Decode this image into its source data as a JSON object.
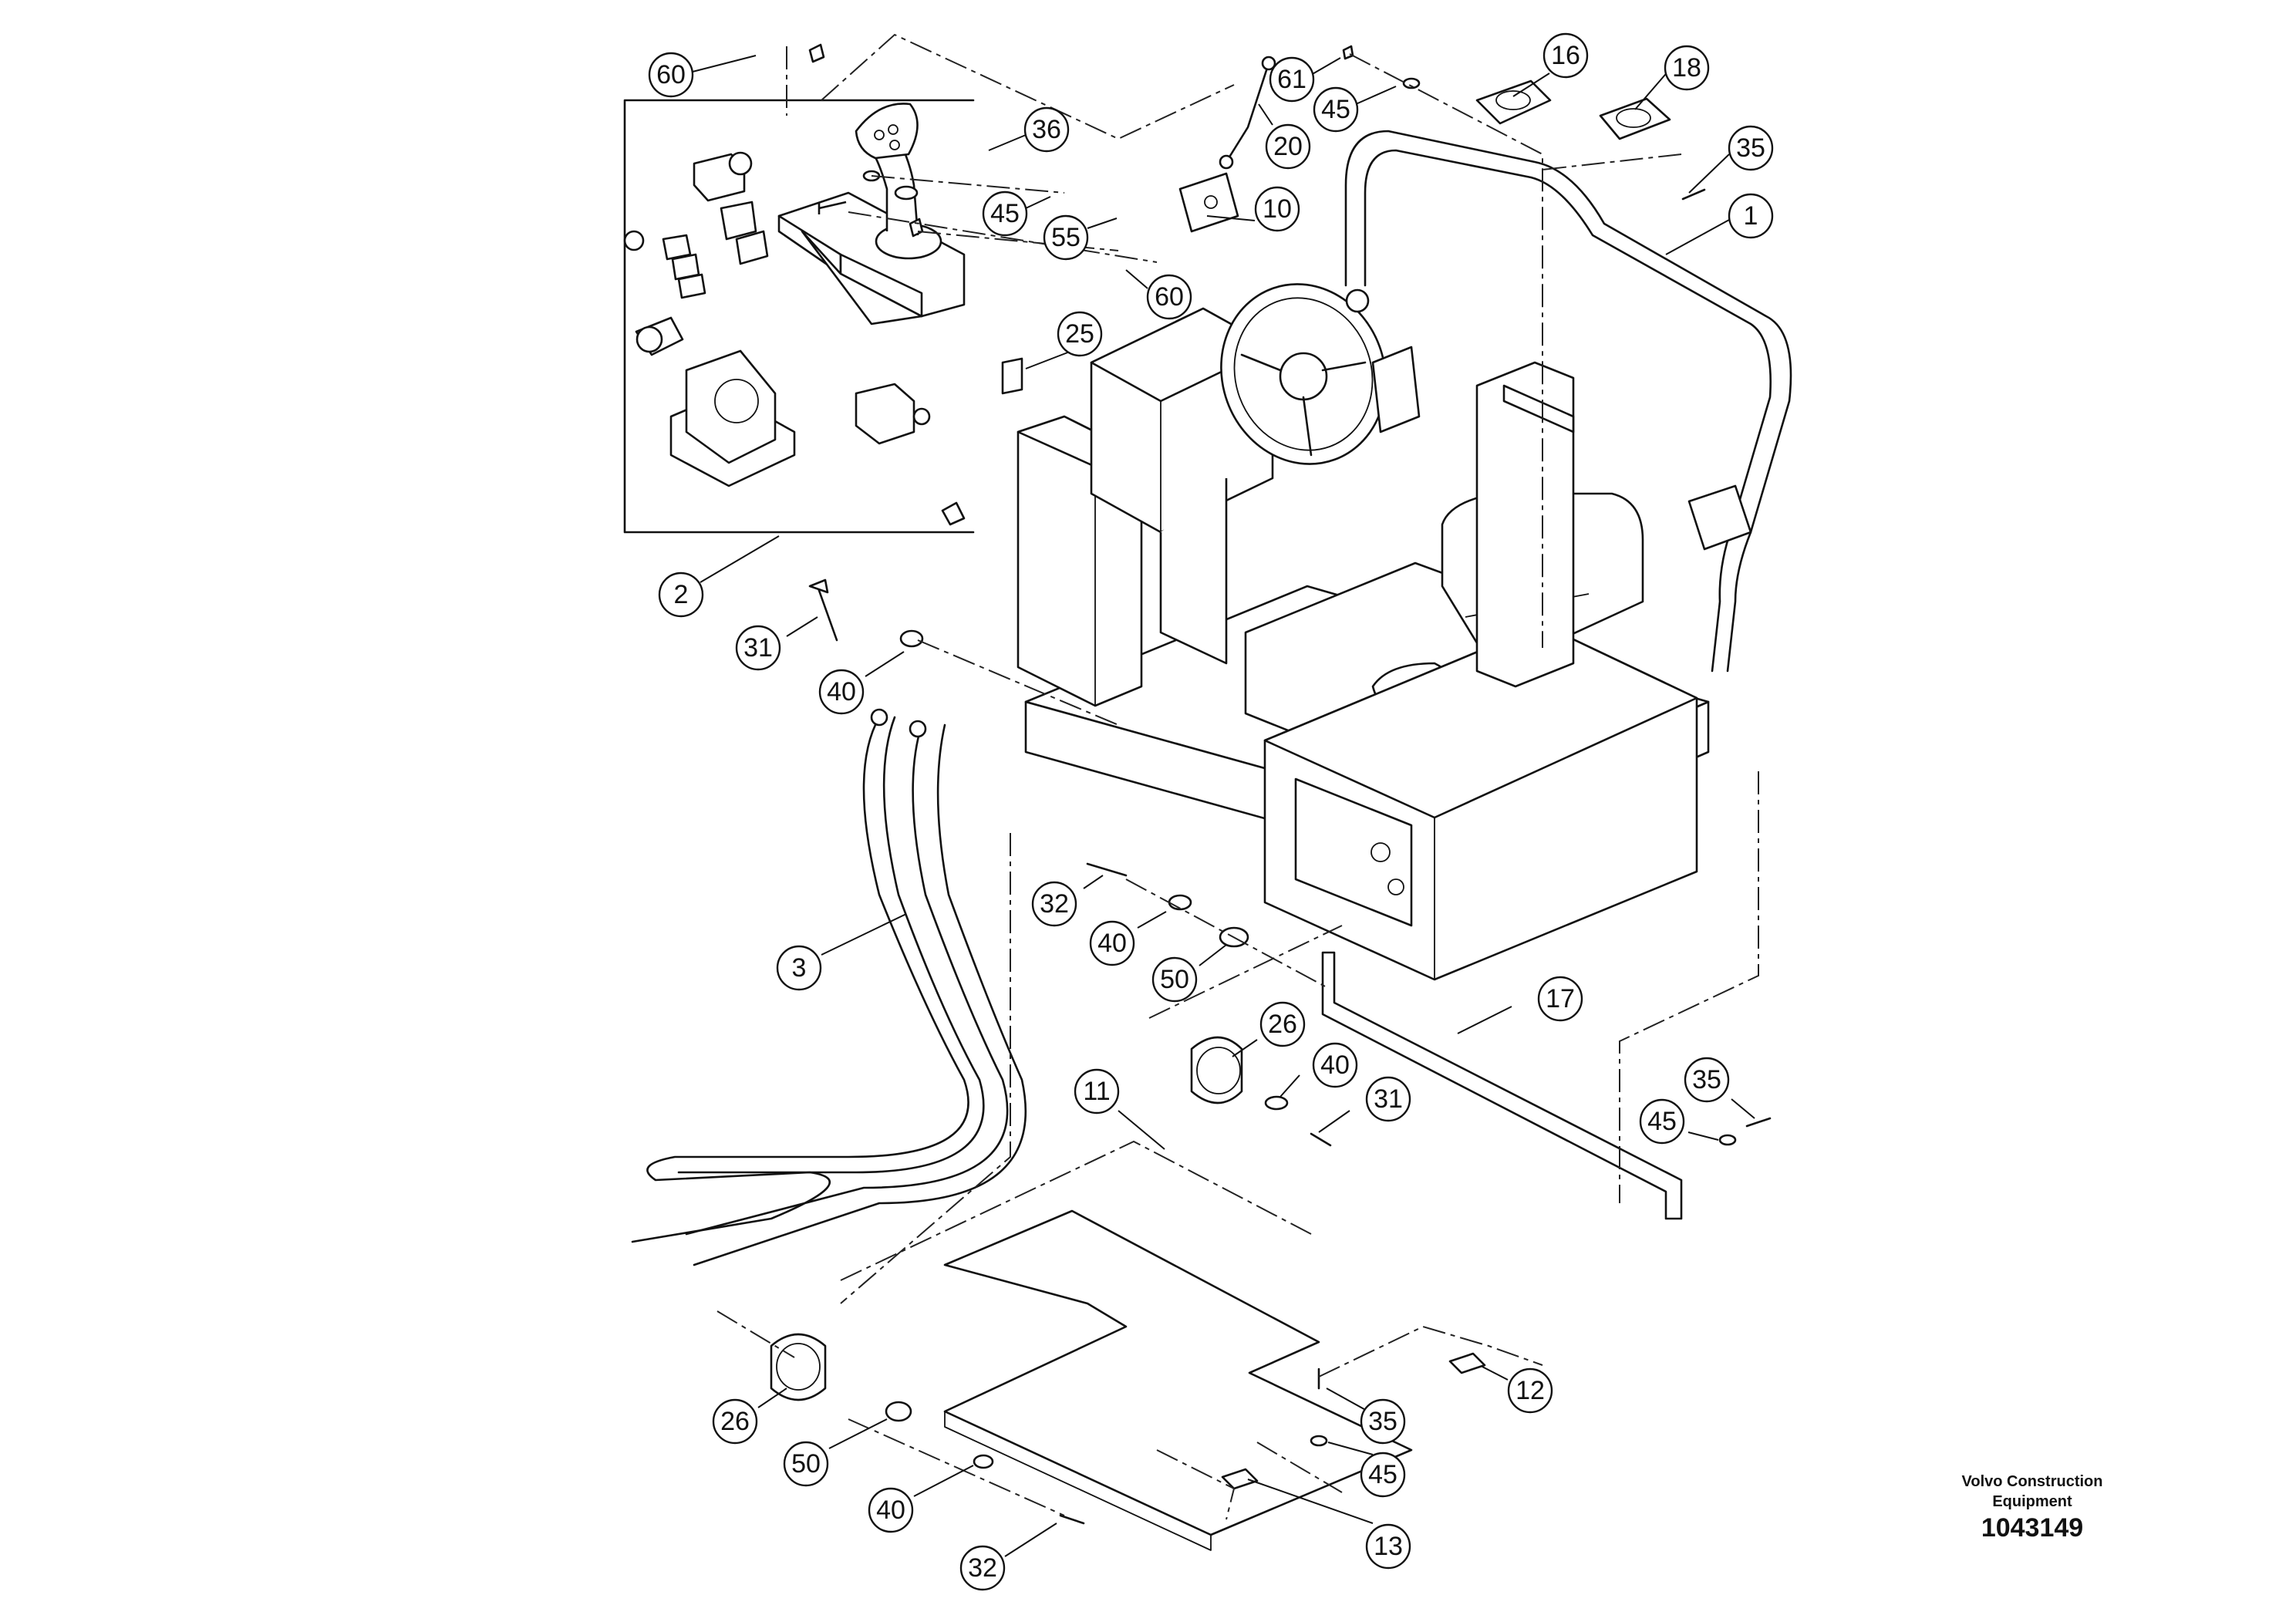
{
  "publisher": {
    "line1": "Volvo Construction",
    "line2": "Equipment"
  },
  "drawing_number": "1043149",
  "callouts": [
    {
      "id": "c-60-top",
      "label": "60"
    },
    {
      "id": "c-36",
      "label": "36"
    },
    {
      "id": "c-45-a",
      "label": "45"
    },
    {
      "id": "c-55",
      "label": "55"
    },
    {
      "id": "c-60-mid",
      "label": "60"
    },
    {
      "id": "c-61",
      "label": "61"
    },
    {
      "id": "c-45-b",
      "label": "45"
    },
    {
      "id": "c-20",
      "label": "20"
    },
    {
      "id": "c-10",
      "label": "10"
    },
    {
      "id": "c-16",
      "label": "16"
    },
    {
      "id": "c-18",
      "label": "18"
    },
    {
      "id": "c-35-a",
      "label": "35"
    },
    {
      "id": "c-1",
      "label": "1"
    },
    {
      "id": "c-25",
      "label": "25"
    },
    {
      "id": "c-2",
      "label": "2"
    },
    {
      "id": "c-31-a",
      "label": "31"
    },
    {
      "id": "c-40-a",
      "label": "40"
    },
    {
      "id": "c-3",
      "label": "3"
    },
    {
      "id": "c-32-a",
      "label": "32"
    },
    {
      "id": "c-40-b",
      "label": "40"
    },
    {
      "id": "c-50-a",
      "label": "50"
    },
    {
      "id": "c-17",
      "label": "17"
    },
    {
      "id": "c-26-a",
      "label": "26"
    },
    {
      "id": "c-40-c",
      "label": "40"
    },
    {
      "id": "c-31-b",
      "label": "31"
    },
    {
      "id": "c-11",
      "label": "11"
    },
    {
      "id": "c-35-b",
      "label": "35"
    },
    {
      "id": "c-45-c",
      "label": "45"
    },
    {
      "id": "c-12",
      "label": "12"
    },
    {
      "id": "c-35-c",
      "label": "35"
    },
    {
      "id": "c-45-d",
      "label": "45"
    },
    {
      "id": "c-26-b",
      "label": "26"
    },
    {
      "id": "c-50-b",
      "label": "50"
    },
    {
      "id": "c-40-d",
      "label": "40"
    },
    {
      "id": "c-13",
      "label": "13"
    },
    {
      "id": "c-32-b",
      "label": "32"
    }
  ]
}
